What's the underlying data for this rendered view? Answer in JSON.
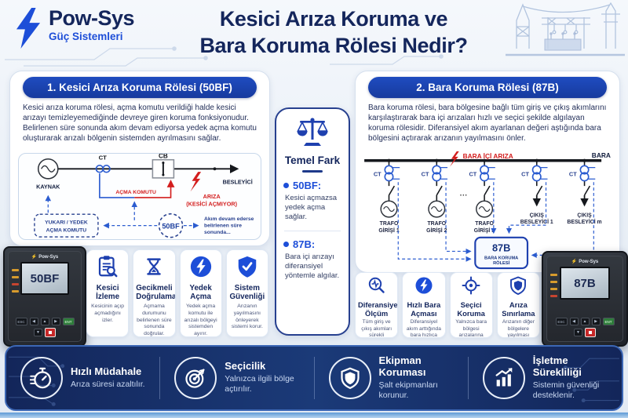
{
  "brand": {
    "name": "Pow-Sys",
    "tagline": "Güç Sistemleri"
  },
  "header": {
    "title_line1": "Kesici Arıza Koruma ve",
    "title_line2": "Bara Koruma Rölesi Nedir?"
  },
  "panel_50bf": {
    "title": "1. Kesici Arıza Koruma Rölesi (50BF)",
    "description": "Kesici arıza koruma rölesi, açma komutu verildiği halde kesici arızayı temizleyemediğinde devreye giren koruma fonksiyonudur. Belirlenen süre sonunda akım devam ediyorsa yedek açma komutu oluşturarak arızalı bölgenin sistemden ayrılmasını sağlar.",
    "diagram": {
      "source": "KAYNAK",
      "ct": "CT",
      "cb": "CB",
      "feeder": "BESLEYİCİ",
      "trip_command": "AÇMA KOMUTU",
      "fault_line1": "ARIZA",
      "fault_line2": "(KESİCİ AÇMIYOR)",
      "backup_line1": "YUKARI / YEDEK",
      "backup_line2": "AÇMA KOMUTU",
      "relay": "50BF",
      "note_line1": "Akım devam ederse",
      "note_line2": "belirlenen süre",
      "note_line3": "sonunda..."
    }
  },
  "panel_87b": {
    "title": "2. Bara Koruma Rölesi (87B)",
    "description": "Bara koruma rölesi, bara bölgesine bağlı tüm giriş ve çıkış akımlarını karşılaştırarak bara içi arızaları hızlı ve seçici şekilde algılayan koruma rölesidir. Diferansiyel akım ayarlanan değeri aştığında bara bölgesini açtırarak arızanın yayılmasını önler.",
    "diagram": {
      "fault": "BARA İÇİ ARIZA",
      "bus": "BARA",
      "ellipsis": "···",
      "ct_labels": [
        "CT",
        "CT",
        "CT",
        "CT",
        "CT"
      ],
      "branches": [
        {
          "line1": "TRAFO",
          "line2": "GİRİŞİ 1"
        },
        {
          "line1": "TRAFO",
          "line2": "GİRİŞİ 2"
        },
        {
          "line1": "TRAFO",
          "line2": "GİRİŞİ n"
        },
        {
          "line1": "ÇIKIŞ",
          "line2": "BESLEYİCİ 1"
        },
        {
          "line1": "ÇIKIŞ",
          "line2": "BESLEYİCİ m"
        }
      ],
      "relay": "87B",
      "relay_sub1": "BARA KORUMA",
      "relay_sub2": "RÖLESİ"
    }
  },
  "comparison": {
    "title": "Temel Fark",
    "icon": "scales-icon",
    "items": [
      {
        "label": "50BF:",
        "text": "Kesici açmazsa yedek açma sağlar."
      },
      {
        "label": "87B:",
        "text": "Bara içi arızayı diferansiyel yöntemle algılar."
      }
    ]
  },
  "features_50bf": [
    {
      "icon": "clipboard-search",
      "title": "Kesici İzleme",
      "text": "Kesicinin açıp açmadığını izler."
    },
    {
      "icon": "hourglass",
      "title": "Gecikmeli Doğrulama",
      "text": "Açmama durumunu belirlenen süre sonunda doğrular."
    },
    {
      "icon": "backup-bolt",
      "title": "Yedek Açma",
      "text": "Yedek açma komutu ile arızalı bölgeyi sistemden ayırır."
    },
    {
      "icon": "shield-check",
      "title": "Sistem Güvenliği",
      "text": "Arızanın yayılmasını önleyerek sistemi korur."
    }
  ],
  "features_87b": [
    {
      "icon": "differential-magnifier",
      "title": "Diferansiyel Ölçüm",
      "text": "Tüm giriş ve çıkış akımları sürekli karşılaştırılır."
    },
    {
      "icon": "fast-bolt",
      "title": "Hızlı Bara Açması",
      "text": "Diferansiyel akım arttığında bara hızlıca açtırılır."
    },
    {
      "icon": "selective-crosshair",
      "title": "Seçici Koruma",
      "text": "Yalnızca bara bölgesi arızalarına müdahale eder."
    },
    {
      "icon": "shield-outline",
      "title": "Arıza Sınırlama",
      "text": "Arızanın diğer bölgelere yayılması engellenir."
    }
  ],
  "devices": [
    {
      "brand": "Pow-Sys",
      "screen": "50BF",
      "esc": "ESC",
      "ent": "ENT"
    },
    {
      "brand": "Pow-Sys",
      "screen": "87B",
      "esc": "ESC",
      "ent": "ENT"
    }
  ],
  "footer": {
    "items": [
      {
        "icon": "stopwatch",
        "title": "Hızlı Müdahale",
        "text": "Arıza süresi azaltılır."
      },
      {
        "icon": "target-arrow",
        "title": "Seçicilik",
        "text": "Yalnızca ilgili bölge açtırılır."
      },
      {
        "icon": "shield",
        "title": "Ekipman Koruması",
        "text": "Şalt ekipmanları korunur."
      },
      {
        "icon": "chart-up",
        "title": "İşletme Sürekliliği",
        "text": "Sistemin güvenliği desteklenir."
      }
    ]
  },
  "colors": {
    "accent_blue": "#1d4ed8",
    "navy": "#14265c",
    "header_pill": "#1c43b0",
    "alert_red": "#d31e1e",
    "footer_bg": "#16295c",
    "diagram_blue": "#2b5cd0"
  }
}
